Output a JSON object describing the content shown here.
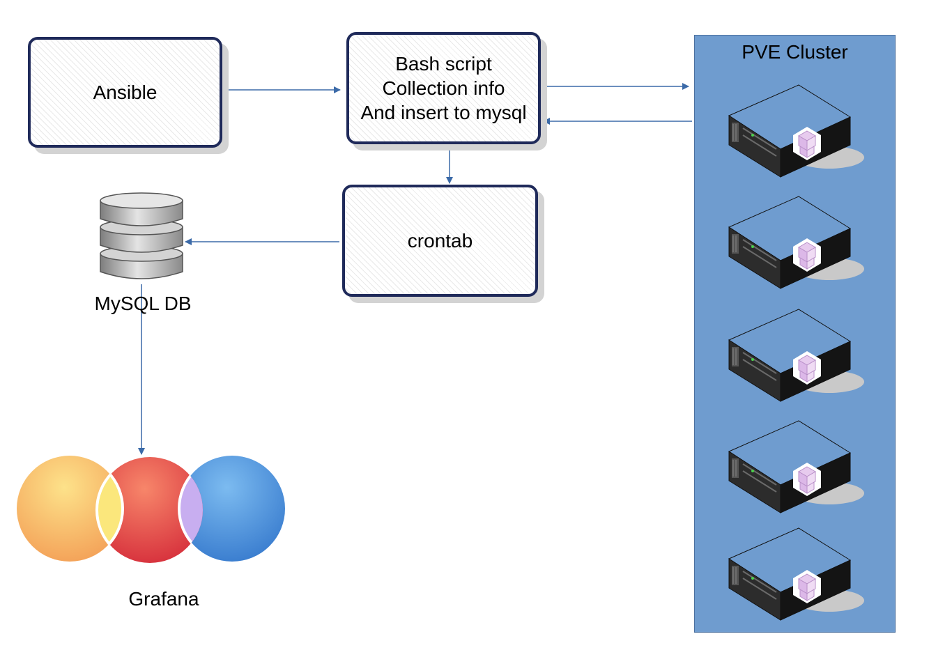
{
  "nodes": {
    "ansible": "Ansible",
    "bash_script": "Bash script\nCollection info\nAnd insert to mysql",
    "crontab": "crontab",
    "mysql_db": "MySQL DB",
    "grafana": "Grafana"
  },
  "cluster": {
    "title": "PVE Cluster",
    "servers": [
      "server",
      "server",
      "server",
      "server",
      "server"
    ]
  },
  "icons": {
    "database": "database-icon",
    "server": "server-icon",
    "grafana": "grafana-logo"
  },
  "colors": {
    "box_border": "#1f2a5a",
    "arrow": "#3b6aa8",
    "cluster_fill": "#6f9ccf"
  }
}
